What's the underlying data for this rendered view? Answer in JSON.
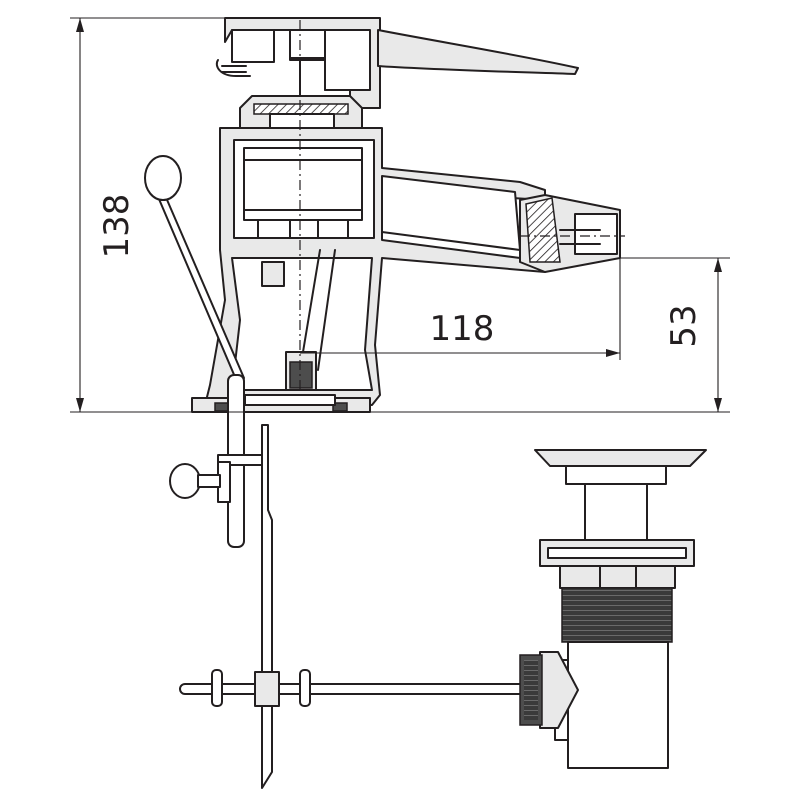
{
  "dimensions": {
    "height_total": "138",
    "spout_reach": "118",
    "spout_height": "53"
  },
  "colors": {
    "line": "#231f20",
    "body_fill": "#e9e9e9",
    "dark_fill": "#4d4d4d",
    "background": "#ffffff"
  }
}
